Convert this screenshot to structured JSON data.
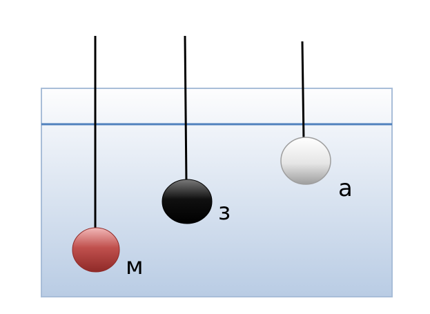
{
  "colors": {
    "background": "#ffffff",
    "water_top": "#fdfdfe",
    "water_bottom": "#b9cce4",
    "water_line": "#4f81bd",
    "tank_border": "#a8bdd8",
    "string": "#000000"
  },
  "balls": [
    {
      "id": "m",
      "label": "м",
      "color_light": "#f2b8b8",
      "color_mid": "#c0504d",
      "color_dark": "#8f2a28"
    },
    {
      "id": "z",
      "label": "з",
      "color_light": "#7a7a7a",
      "color_mid": "#101010",
      "color_dark": "#000000"
    },
    {
      "id": "a",
      "label": "а",
      "color_light": "#ffffff",
      "color_mid": "#e6e6e6",
      "color_dark": "#9e9e9e"
    }
  ]
}
